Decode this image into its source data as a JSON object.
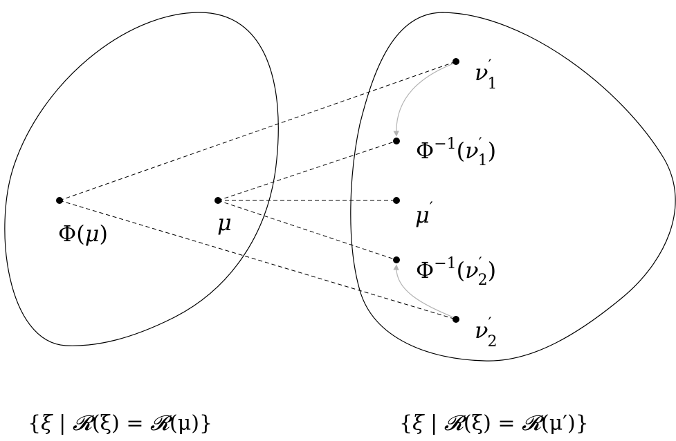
{
  "left_region": {
    "caption": {
      "open": "{",
      "var": "ξ",
      "bar": " | ",
      "calR": "𝓡",
      "lhs_arg": "(ξ)",
      "eq": " = ",
      "rhs_arg": "(μ)",
      "close": "}"
    }
  },
  "right_region": {
    "caption": {
      "open": "{",
      "var": "ξ",
      "bar": " | ",
      "calR": "𝓡",
      "lhs_arg": "(ξ)",
      "eq": " = ",
      "rhs_arg": "(μ′)",
      "close": "}"
    }
  },
  "points": {
    "phi_mu": {
      "base": "Φ(",
      "mu": "μ",
      "close": ")"
    },
    "mu": {
      "text": "μ"
    },
    "nu1": {
      "base": "ν",
      "prime": "′",
      "sub": "1"
    },
    "phi_inv_nu1": {
      "phi": "Φ",
      "sup": "−1",
      "open": "(",
      "nu": "ν",
      "prime": "′",
      "sub": "1",
      "close": ")"
    },
    "mu_prime": {
      "mu": "μ",
      "prime": "′"
    },
    "phi_inv_nu2": {
      "phi": "Φ",
      "sup": "−1",
      "open": "(",
      "nu": "ν",
      "prime": "′",
      "sub": "2",
      "close": ")"
    },
    "nu2": {
      "base": "ν",
      "prime": "′",
      "sub": "2"
    }
  },
  "colors": {
    "stroke": "#000000",
    "arrow": "#b3b3b3"
  }
}
